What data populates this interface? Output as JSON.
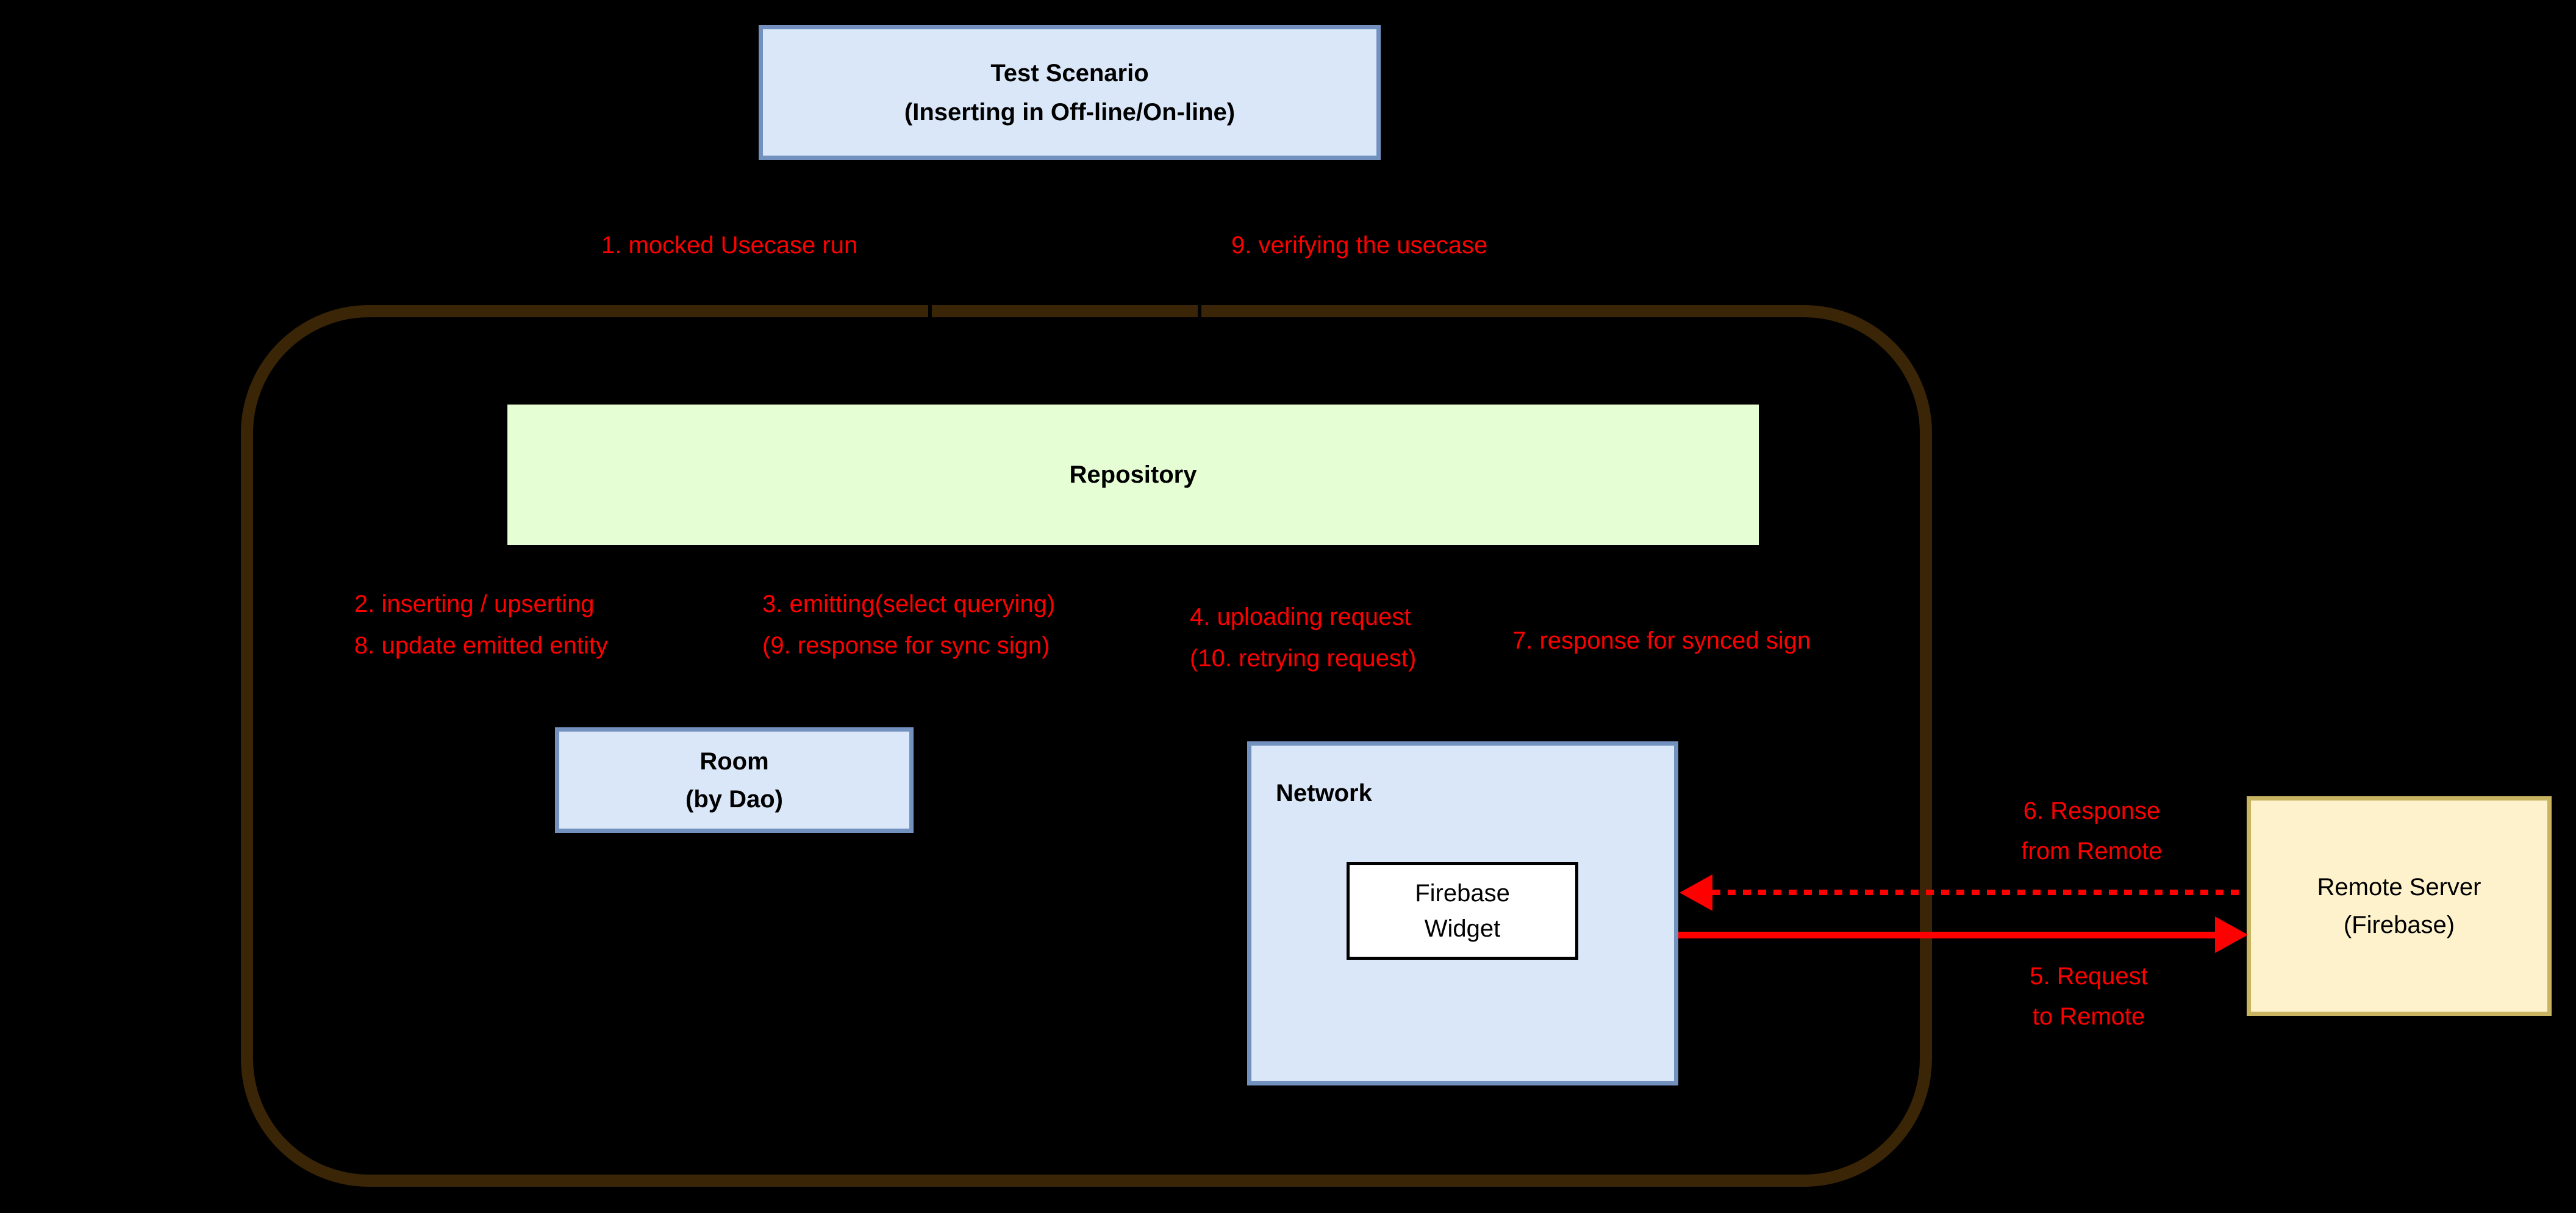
{
  "diagram": {
    "test_scenario": {
      "lines": [
        "Test Scenario",
        "(Inserting in Off-line/On-line)"
      ]
    },
    "repository": {
      "label": "Repository"
    },
    "room": {
      "lines": [
        "Room",
        "(by Dao)"
      ]
    },
    "network": {
      "label": "Network"
    },
    "firebase_widget": {
      "lines": [
        "Firebase",
        "Widget"
      ]
    },
    "remote_server": {
      "lines": [
        "Remote Server",
        "(Firebase)"
      ]
    },
    "steps": {
      "s1": "1. mocked Usecase run",
      "s9_top": "9. verifying the usecase",
      "s2": "2. inserting / upserting",
      "s8": "8. update emitted entity",
      "s3": "3. emitting(select querying)",
      "s9_paren": "(9. response for sync sign)",
      "s4": "4. uploading request",
      "s10": "(10. retrying request)",
      "s7": "7. response for synced sign",
      "s6_line1": "6. Response",
      "s6_line2": "from Remote",
      "s5_line1": "5. Request",
      "s5_line2": "to Remote"
    },
    "colors": {
      "background": "#000000",
      "annotation_red": "#fe0000",
      "box_blue_fill": "#dae7f8",
      "box_blue_stroke": "#7291bf",
      "repository_fill": "#e5fed4",
      "remote_fill": "#fdf2cc",
      "remote_stroke": "#c9b462",
      "container_stroke": "#3a2506",
      "widget_fill": "#ffffff",
      "widget_stroke": "#000000"
    }
  }
}
